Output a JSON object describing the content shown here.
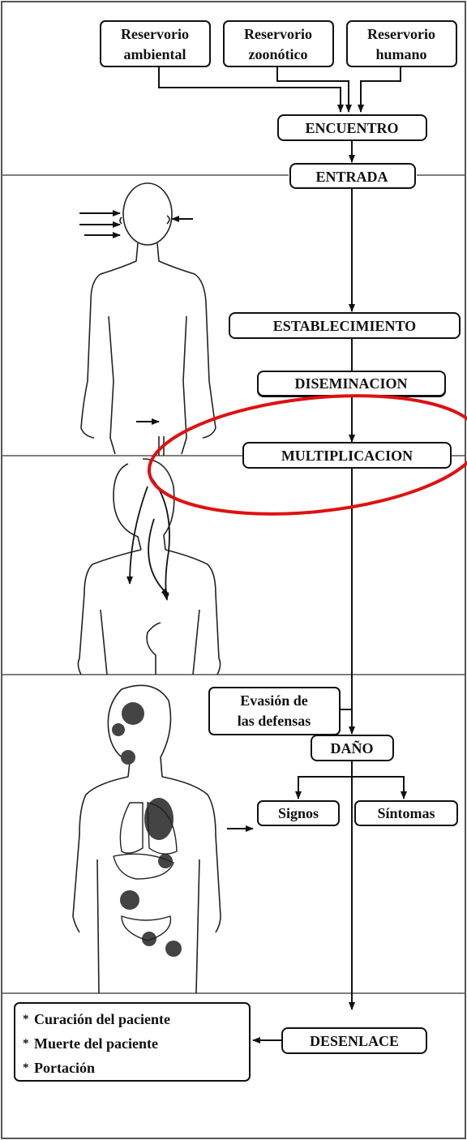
{
  "reservoirs": [
    {
      "line1": "Reservorio",
      "line2": "ambiental"
    },
    {
      "line1": "Reservorio",
      "line2": "zoonótico"
    },
    {
      "line1": "Reservorio",
      "line2": "humano"
    }
  ],
  "stages": {
    "encuentro": "ENCUENTRO",
    "entrada": "ENTRADA",
    "establecimiento": "ESTABLECIMIENTO",
    "multiplicacion": "MULTIPLICACION",
    "diseminacion": "DISEMINACION",
    "dano": "DAÑO",
    "desenlace": "DESENLACE"
  },
  "evasion": {
    "line1": "Evasión de",
    "line2": "las defensas"
  },
  "effects": {
    "signos": "Signos",
    "sintomas": "Síntomas"
  },
  "outcomes": {
    "bullet": "*",
    "items": [
      "Curación del paciente",
      "Muerte del paciente",
      "Portación"
    ]
  },
  "colors": {
    "ink": "#111111",
    "highlight": "#e01010",
    "frame": "#444444"
  }
}
